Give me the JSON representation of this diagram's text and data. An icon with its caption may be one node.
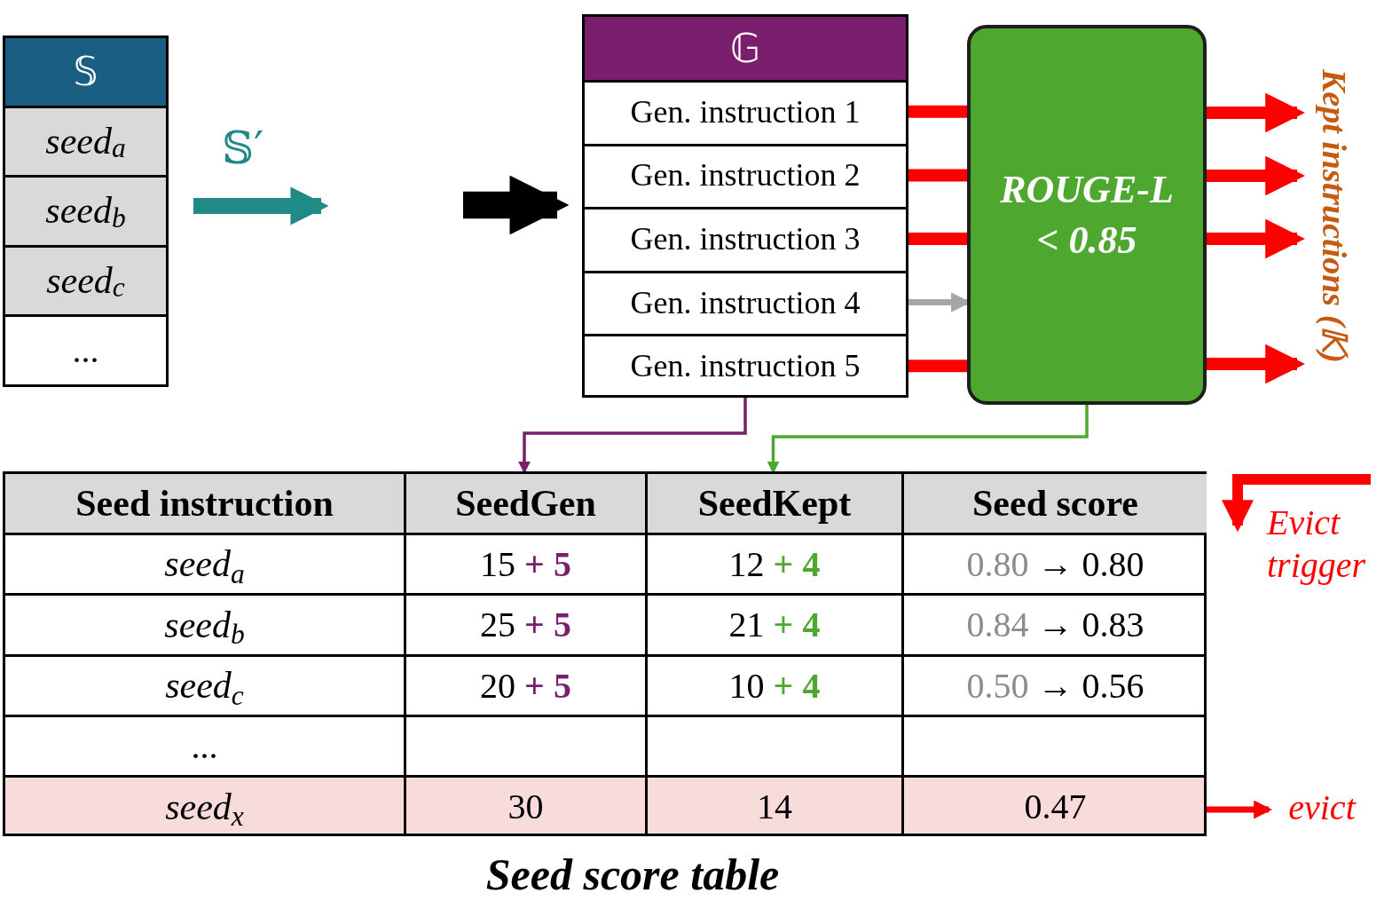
{
  "diagram": {
    "caption": "Seed score table",
    "nodes": [
      {
        "text": [
          "𝕊",
          "seed$_{a}$",
          "seed$_{b}$",
          "seed$_{c}$",
          "..."
        ]
      },
      {
        "text": [
          "𝔾"
        ]
      },
      {
        "text": [
          "Gen. instruction 1"
        ],
        "in": 1
      },
      {
        "text": [
          "Gen. instruction 2"
        ],
        "in": 1
      },
      {
        "text": [
          "Gen. instruction 3"
        ],
        "in": 1
      },
      {
        "text": [
          "Gen. instruction 4"
        ],
        "in": 1
      },
      {
        "text": [
          "Gen. instruction 5"
        ],
        "in": 1
      },
      {
        "text": [
          "ROUGE-L < 0.85"
        ]
      },
      {
        "text": [
          "Kept instructions (𝕂)"
        ]
      },
      {
        "text": [],
        "shape": "box"
      },
      {
        "text": [
          "Seed instruction"
        ],
        "in": 9
      },
      {
        "text": [
          "SeedGen"
        ],
        "in": 9
      },
      {
        "text": [
          "SeedKept"
        ],
        "in": 9
      },
      {
        "text": [
          "Seed score"
        ],
        "in": 9
      },
      {
        "text": [
          "evict"
        ]
      }
    ],
    "edges": [
      {
        "from": 0,
        "to": null,
        "arrow": "to",
        "label": "𝕊′",
        "color": "#1f8a86"
      },
      {
        "from": null,
        "to": 1,
        "arrow": "to",
        "style": "thick",
        "color": "#000000"
      },
      {
        "from": 2,
        "to": 7,
        "arrow": "none"
      },
      {
        "from": 3,
        "to": 7,
        "arrow": "none"
      },
      {
        "from": 4,
        "to": 7,
        "arrow": "none"
      },
      {
        "from": 5,
        "to": 7,
        "arrow": "to",
        "color": "#a6a6a6"
      },
      {
        "from": 6,
        "to": 7,
        "arrow": "none"
      },
      {
        "from": 7,
        "to": 8,
        "arrow": "to"
      },
      {
        "from": 7,
        "to": 8,
        "arrow": "to"
      },
      {
        "from": 7,
        "to": 8,
        "arrow": "to"
      },
      {
        "from": 7,
        "to": 8,
        "arrow": "to"
      },
      {
        "from": 1,
        "to": 11,
        "arrow": "to",
        "color": "#7a1f6e"
      },
      {
        "from": 7,
        "to": 12,
        "arrow": "to",
        "color": "#4ea72e"
      },
      {
        "from": 9,
        "to": 14,
        "arrow": "to"
      }
    ],
    "labels": [
      "seed$_{a}$",
      "15",
      "+ 5",
      "12",
      "+ 4",
      "0.80",
      "→ 0.80",
      "seed$_{b}$",
      "25",
      "+ 5",
      "21",
      "+ 4",
      "0.84",
      "→ 0.83",
      "seed$_{c}$",
      "20",
      "+ 5",
      "10",
      "+ 4",
      "0.50",
      "→ 0.56",
      "...",
      "seed$_{x}$",
      "30",
      "14",
      "0.47",
      "Evict trigger"
    ]
  }
}
